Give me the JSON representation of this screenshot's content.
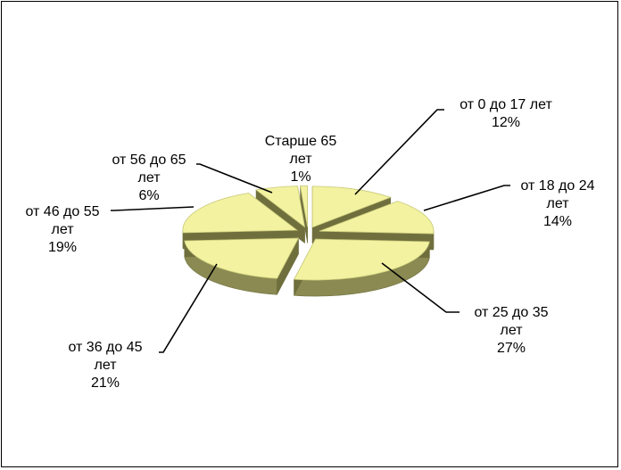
{
  "chart_data": {
    "type": "pie",
    "style": "3d-exploded",
    "title": "",
    "slices": [
      {
        "name": "от 0 до 17 лет",
        "label_lines": [
          "от 0 до 17 лет"
        ],
        "value": 12,
        "percent_label": "12%"
      },
      {
        "name": "от 18 до 24 лет",
        "label_lines": [
          "от 18 до 24",
          "лет"
        ],
        "value": 14,
        "percent_label": "14%"
      },
      {
        "name": "от 25 до 35 лет",
        "label_lines": [
          "от 25 до 35",
          "лет"
        ],
        "value": 27,
        "percent_label": "27%"
      },
      {
        "name": "от 36 до 45 лет",
        "label_lines": [
          "от 36 до 45",
          "лет"
        ],
        "value": 21,
        "percent_label": "21%"
      },
      {
        "name": "от 46 до 55 лет",
        "label_lines": [
          "от 46 до 55",
          "лет"
        ],
        "value": 19,
        "percent_label": "19%"
      },
      {
        "name": "от 56 до 65 лет",
        "label_lines": [
          "от 56 до 65",
          "лет"
        ],
        "value": 6,
        "percent_label": "6%"
      },
      {
        "name": "Старше 65 лет",
        "label_lines": [
          "Старше 65",
          "лет"
        ],
        "value": 1,
        "percent_label": "1%"
      }
    ],
    "colors": {
      "top": "#f2f2a0",
      "top_edge": "#c9c97a",
      "side": "#8a8a52",
      "side_dark": "#6f6f3e",
      "leader": "#000000"
    },
    "legend": "none"
  }
}
